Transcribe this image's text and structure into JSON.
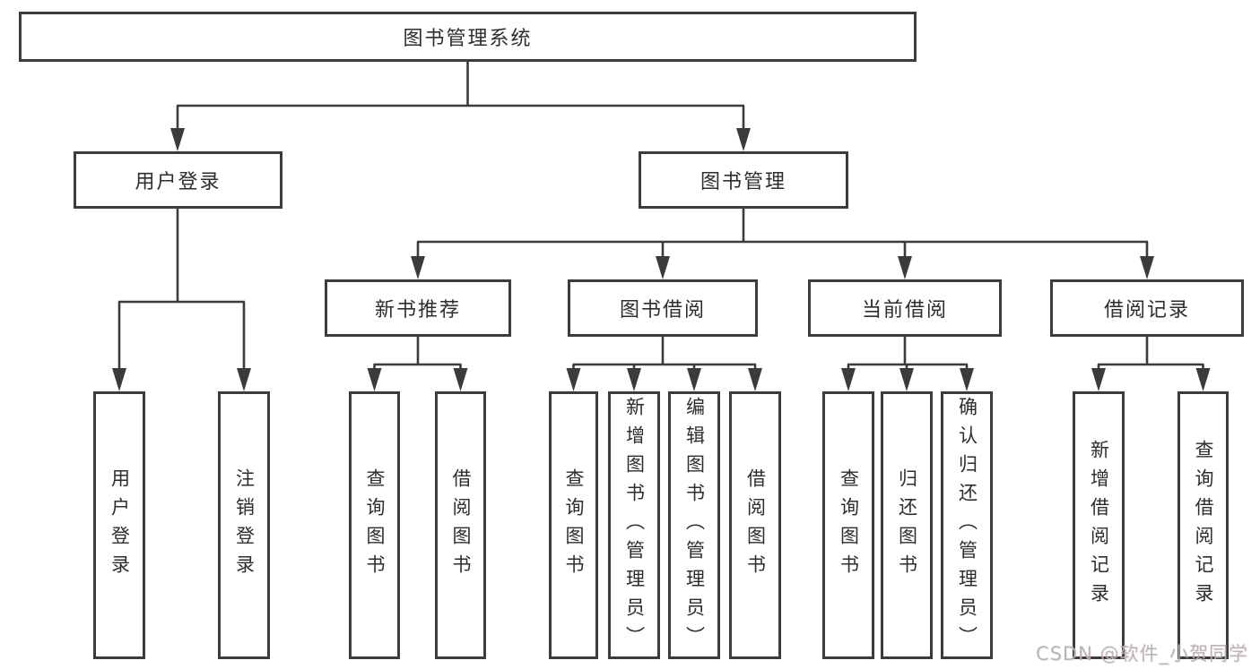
{
  "diagram": {
    "colors": {
      "line": "#3b3b3b",
      "box_border": "#3b3b3b",
      "text": "#2d2d2d",
      "watermark": "#b2b2b2",
      "background": "#ffffff"
    },
    "nodes": {
      "root": {
        "label": "图书管理系统"
      },
      "userLogin": {
        "label": "用户登录"
      },
      "bookManagement": {
        "label": "图书管理"
      },
      "newBookRec": {
        "label": "新书推荐"
      },
      "bookBorrow": {
        "label": "图书借阅"
      },
      "currentBorrow": {
        "label": "当前借阅"
      },
      "borrowRecords": {
        "label": "借阅记录"
      },
      "leafUserLogin": {
        "label": "用户登录"
      },
      "leafLogout": {
        "label": "注销登录"
      },
      "leafQueryBooksRec": {
        "label": "查询图书"
      },
      "leafBorrowBooksRec": {
        "label": "借阅图书"
      },
      "leafQueryBooksBorrow": {
        "label": "查询图书"
      },
      "leafAddBooksAdmin": {
        "label": "新增图书（管理员）"
      },
      "leafEditBooksAdmin": {
        "label": "编辑图书（管理员）"
      },
      "leafBorrowBooksBorrow": {
        "label": "借阅图书"
      },
      "leafQueryBooksCurrent": {
        "label": "查询图书"
      },
      "leafReturnBooks": {
        "label": "归还图书"
      },
      "leafConfirmReturnAdmin": {
        "label": "确认归还（管理员）"
      },
      "leafAddBorrowRecord": {
        "label": "新增借阅记录"
      },
      "leafQueryBorrowRecord": {
        "label": "查询借阅记录"
      }
    },
    "watermark": {
      "text": "CSDN @软件_小贺同学"
    }
  }
}
